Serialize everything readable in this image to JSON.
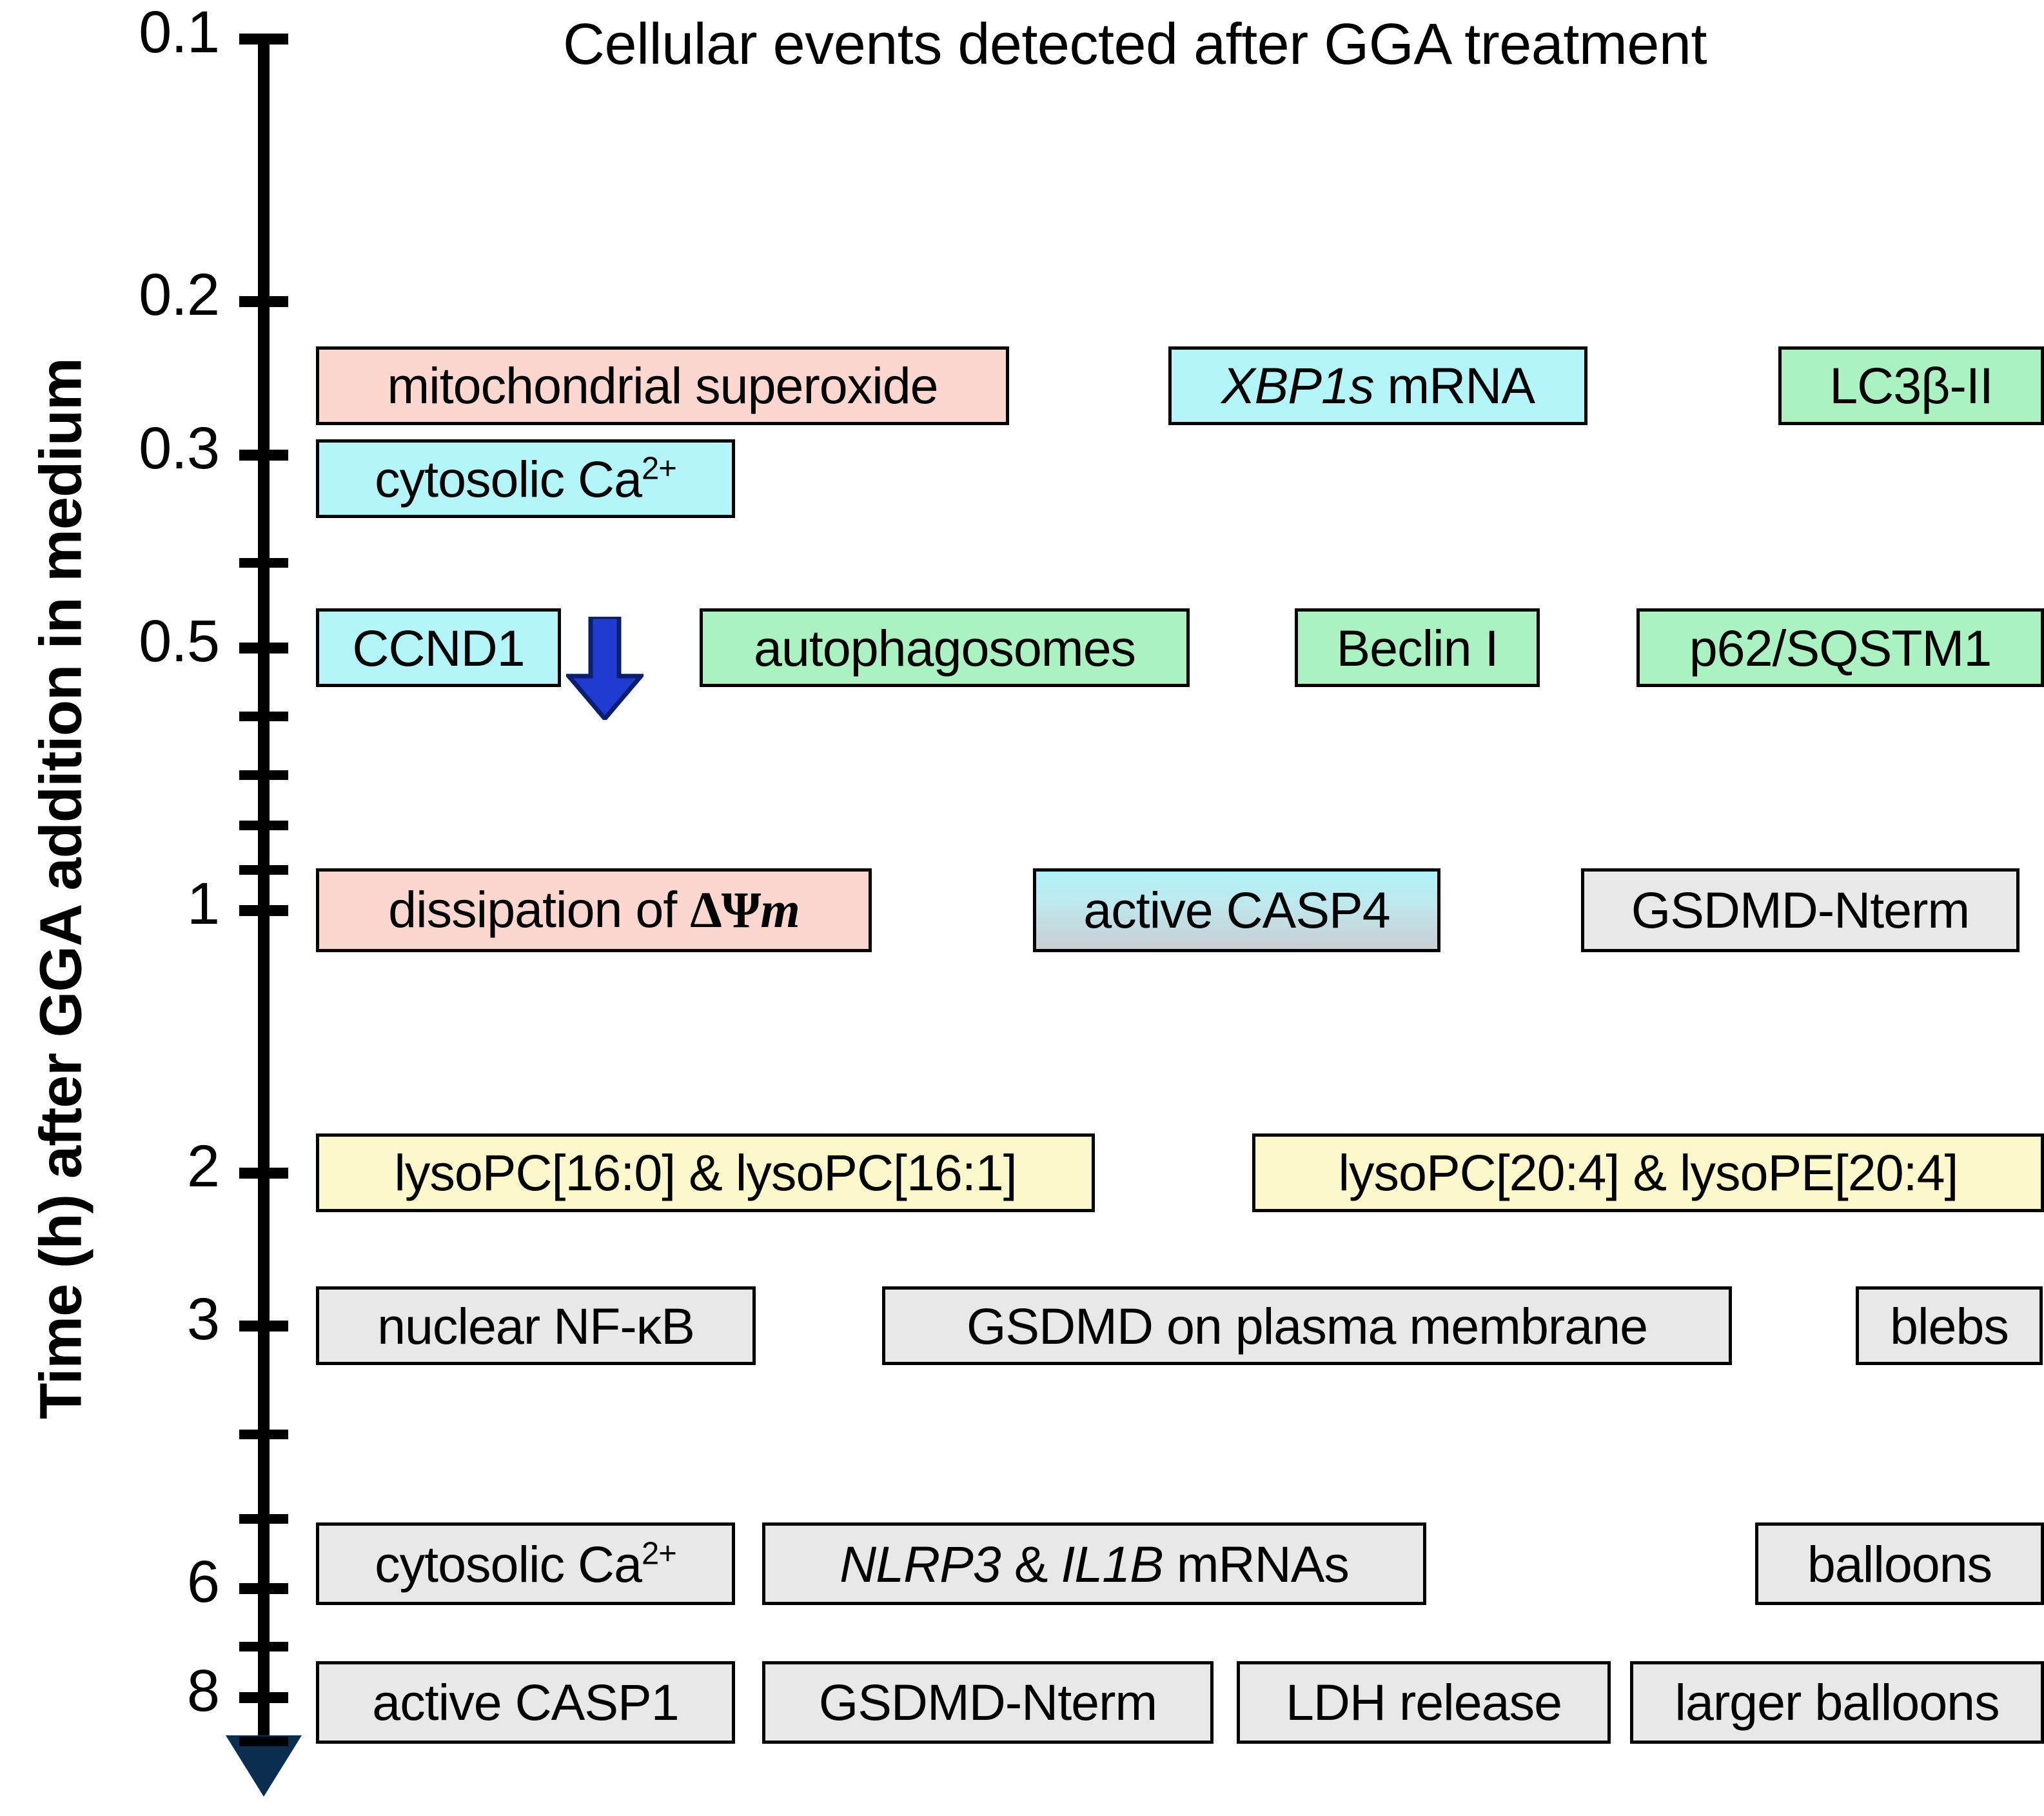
{
  "chart_data": {
    "type": "timeline",
    "title": "Cellular events detected after GGA treatment",
    "ylabel": "Time (h) after GGA addition in medium",
    "axis_scale": "log",
    "axis_direction": "downward",
    "ylim": [
      0.1,
      9
    ],
    "grid": false,
    "legend": "none",
    "tick_values": [
      0.1,
      0.2,
      0.3,
      0.4,
      0.5,
      0.6,
      0.7,
      0.8,
      0.9,
      1,
      2,
      3,
      4,
      5,
      6,
      7,
      8,
      9
    ],
    "tick_labels": [
      {
        "value": 0.1,
        "text": "0.1"
      },
      {
        "value": 0.2,
        "text": "0.2"
      },
      {
        "value": 0.3,
        "text": "0.3"
      },
      {
        "value": 0.5,
        "text": "0.5"
      },
      {
        "value": 1,
        "text": "1"
      },
      {
        "value": 2,
        "text": "2"
      },
      {
        "value": 3,
        "text": "3"
      },
      {
        "value": 6,
        "text": "6"
      },
      {
        "value": 8,
        "text": "8"
      }
    ],
    "categories": [
      "mitochondrial superoxide",
      "XBP1s mRNA",
      "LC3β-II",
      "cytosolic Ca2+",
      "CCND1",
      "autophagosomes",
      "Beclin I",
      "p62/SQSTM1",
      "dissipation of ΔΨm",
      "active CASP4",
      "GSDMD-Nterm",
      "lysoPC[16:0] & lysoPC[16:1]",
      "lysoPC[20:4] & lysoPE[20:4]",
      "nuclear NF-κB",
      "GSDMD on plasma membrane",
      "blebs",
      "cytosolic Ca2+ (6h)",
      "NLRP3 & IL1B mRNAs",
      "balloons",
      "active CASP1",
      "GSDMD-Nterm (8h)",
      "LDH release",
      "larger balloons"
    ],
    "values": [
      0.25,
      0.25,
      0.25,
      0.32,
      0.5,
      0.5,
      0.5,
      0.5,
      1,
      1,
      1,
      2,
      2,
      3,
      3,
      3,
      6,
      6,
      6,
      8,
      8,
      8,
      8
    ],
    "color_key": {
      "pink": "#fbd7d0",
      "cyan": "#b4f5fa",
      "green": "#abf2c2",
      "yellow": "#fbf8cc",
      "gray": "#e8e8e8",
      "cyan_gray_gradient": "#b4f5fa → #c9ced1",
      "arrow_blue": "#1f3bd1"
    }
  },
  "events": [
    {
      "id": "mitochondrial-superoxide",
      "time": 0.25,
      "color": "pink",
      "parts": [
        {
          "text": "mitochondrial superoxide",
          "style": "normal"
        }
      ]
    },
    {
      "id": "xbp1s-mrna",
      "time": 0.25,
      "color": "cyan",
      "parts": [
        {
          "text": "XBP1s",
          "style": "italic"
        },
        {
          "text": " mRNA",
          "style": "normal"
        }
      ]
    },
    {
      "id": "lc3b-ii",
      "time": 0.25,
      "color": "green",
      "parts": [
        {
          "text": "LC3β-II",
          "style": "normal"
        }
      ]
    },
    {
      "id": "cytosolic-ca-early",
      "time": 0.32,
      "color": "cyan",
      "parts": [
        {
          "text": "cytosolic Ca",
          "style": "normal"
        },
        {
          "text": "2+",
          "style": "superscript"
        }
      ]
    },
    {
      "id": "ccnd1",
      "time": 0.5,
      "color": "cyan",
      "parts": [
        {
          "text": "CCND1",
          "style": "normal"
        }
      ]
    },
    {
      "id": "autophagosomes",
      "time": 0.5,
      "color": "green",
      "parts": [
        {
          "text": "autophagosomes",
          "style": "normal"
        }
      ]
    },
    {
      "id": "beclin-i",
      "time": 0.5,
      "color": "green",
      "parts": [
        {
          "text": "Beclin I",
          "style": "normal"
        }
      ]
    },
    {
      "id": "p62-sqstm1",
      "time": 0.5,
      "color": "green",
      "parts": [
        {
          "text": "p62/SQSTM1",
          "style": "normal"
        }
      ]
    },
    {
      "id": "dissipation-psi-m",
      "time": 1,
      "color": "pink",
      "parts": [
        {
          "text": "dissipation of ",
          "style": "normal"
        },
        {
          "text": "ΔΨ",
          "style": "mathbold"
        },
        {
          "text": "m",
          "style": "mathbold-italic"
        }
      ]
    },
    {
      "id": "active-casp4",
      "time": 1,
      "color": "cyan-gray-gradient",
      "parts": [
        {
          "text": "active CASP4",
          "style": "normal"
        }
      ]
    },
    {
      "id": "gsdmd-nterm-1h",
      "time": 1,
      "color": "gray",
      "parts": [
        {
          "text": "GSDMD-Nterm",
          "style": "normal"
        }
      ]
    },
    {
      "id": "lysopc-16",
      "time": 2,
      "color": "yellow",
      "parts": [
        {
          "text": "lysoPC[16:0] & lysoPC[16:1]",
          "style": "normal"
        }
      ]
    },
    {
      "id": "lysopc-lysope-20-4",
      "time": 2,
      "color": "yellow",
      "parts": [
        {
          "text": "lysoPC[20:4] & lysoPE[20:4]",
          "style": "normal"
        }
      ]
    },
    {
      "id": "nuclear-nf-kb",
      "time": 3,
      "color": "gray",
      "parts": [
        {
          "text": "nuclear NF-κB",
          "style": "normal"
        }
      ]
    },
    {
      "id": "gsdmd-plasma-membrane",
      "time": 3,
      "color": "gray",
      "parts": [
        {
          "text": "GSDMD on plasma membrane",
          "style": "normal"
        }
      ]
    },
    {
      "id": "blebs",
      "time": 3,
      "color": "gray",
      "parts": [
        {
          "text": "blebs",
          "style": "normal"
        }
      ]
    },
    {
      "id": "cytosolic-ca-late",
      "time": 6,
      "color": "gray",
      "parts": [
        {
          "text": "cytosolic Ca",
          "style": "normal"
        },
        {
          "text": "2+",
          "style": "superscript"
        }
      ]
    },
    {
      "id": "nlrp3-il1b-mrnas",
      "time": 6,
      "color": "gray",
      "parts": [
        {
          "text": "NLRP3",
          "style": "italic"
        },
        {
          "text": " & ",
          "style": "normal"
        },
        {
          "text": "IL1B",
          "style": "italic"
        },
        {
          "text": " mRNAs",
          "style": "normal"
        }
      ]
    },
    {
      "id": "balloons",
      "time": 6,
      "color": "gray",
      "parts": [
        {
          "text": "balloons",
          "style": "normal"
        }
      ]
    },
    {
      "id": "active-casp1",
      "time": 8,
      "color": "gray",
      "parts": [
        {
          "text": "active CASP1",
          "style": "normal"
        }
      ]
    },
    {
      "id": "gsdmd-nterm-8h",
      "time": 8,
      "color": "gray",
      "parts": [
        {
          "text": "GSDMD-Nterm",
          "style": "normal"
        }
      ]
    },
    {
      "id": "ldh-release",
      "time": 8,
      "color": "gray",
      "parts": [
        {
          "text": "LDH release",
          "style": "normal"
        }
      ]
    },
    {
      "id": "larger-balloons",
      "time": 8,
      "color": "gray",
      "parts": [
        {
          "text": "larger balloons",
          "style": "normal"
        }
      ]
    }
  ],
  "annotations": {
    "ccnd1_arrow": {
      "name": "down-arrow-icon",
      "meaning": "decrease",
      "color": "#1f3bd1"
    }
  }
}
